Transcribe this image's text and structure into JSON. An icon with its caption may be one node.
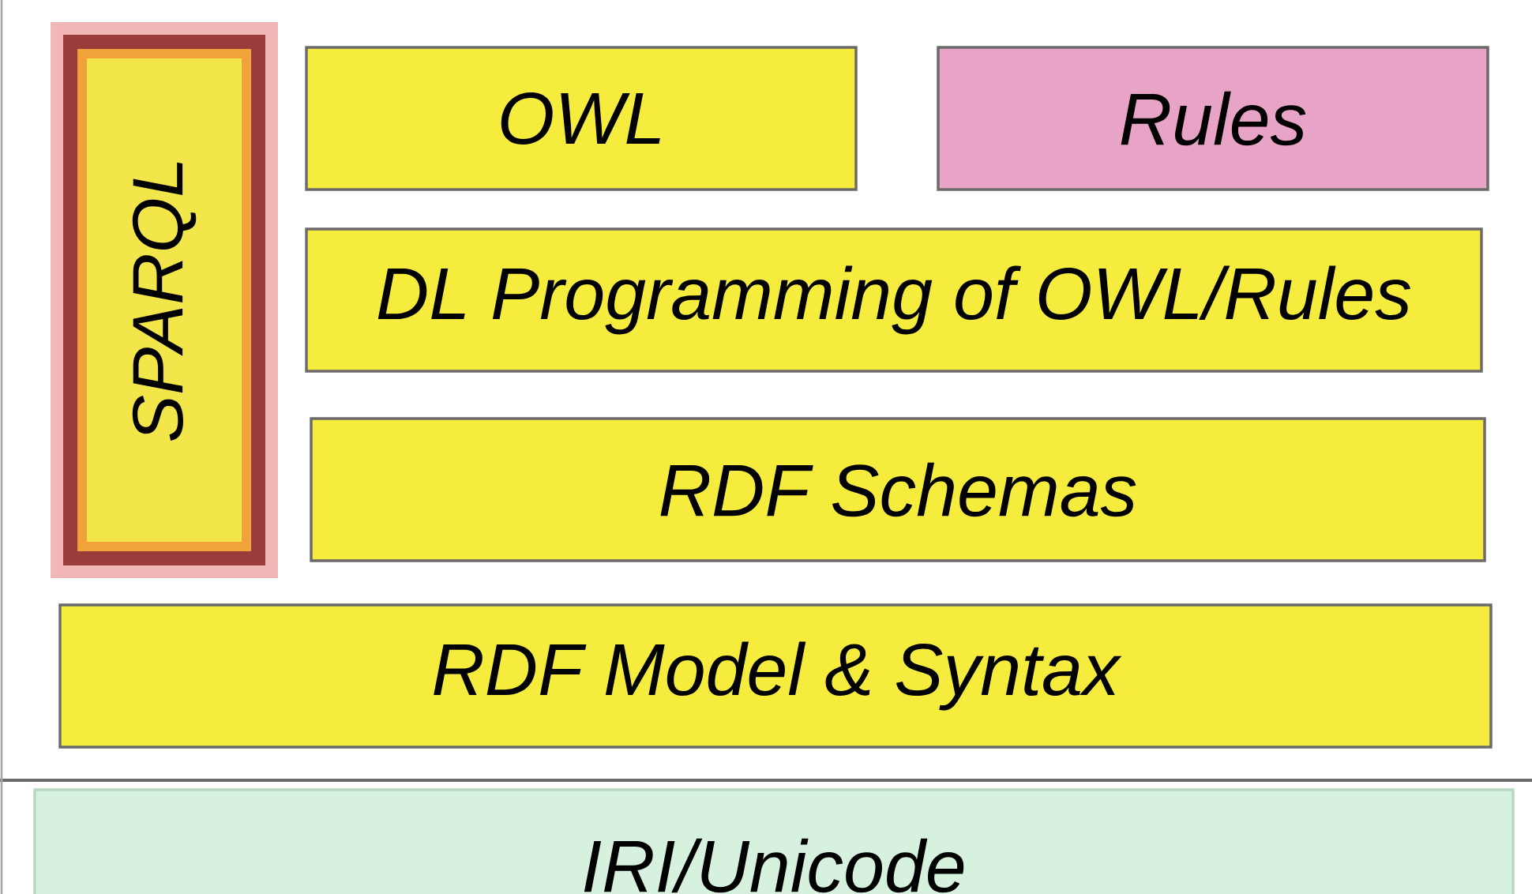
{
  "diagram": {
    "nodes": [
      {
        "text": [
          "SPARQL"
        ]
      },
      {
        "text": [
          "OWL"
        ]
      },
      {
        "text": [
          "Rules"
        ]
      },
      {
        "text": [
          "DL Programming of OWL/Rules"
        ]
      },
      {
        "text": [
          "RDF Schemas"
        ]
      },
      {
        "text": [
          "RDF Model & Syntax"
        ]
      },
      {
        "text": [
          "IRI/Unicode"
        ]
      }
    ]
  }
}
